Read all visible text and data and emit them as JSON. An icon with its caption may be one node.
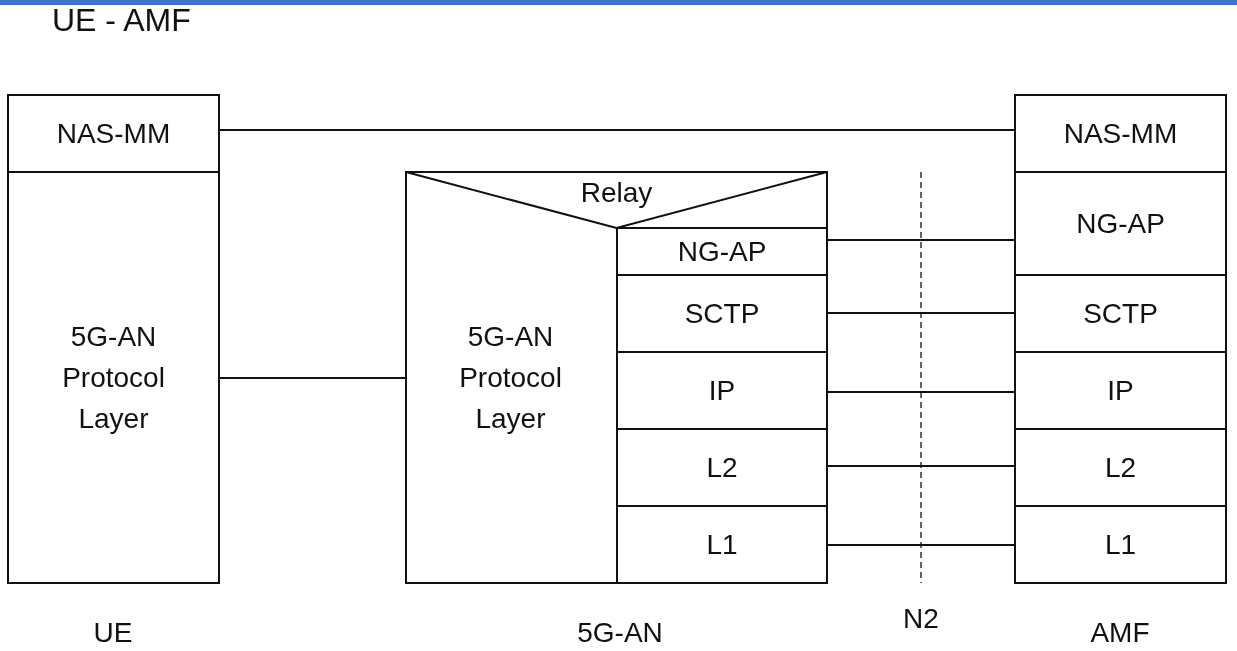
{
  "diagram": {
    "title": "UE - AMF",
    "nodes": [
      {
        "text": [
          "NAS-MM"
        ]
      },
      {
        "text": [
          "5G-AN Protocol Layer"
        ]
      },
      {
        "text": [],
        "shape": "box"
      },
      {
        "text": [
          "Relay"
        ],
        "in": 2
      },
      {
        "text": [
          "5G-AN Protocol Layer"
        ],
        "in": 2
      },
      {
        "text": [
          "NG-AP"
        ],
        "in": 2
      },
      {
        "text": [
          "SCTP"
        ],
        "in": 2
      },
      {
        "text": [
          "IP"
        ],
        "in": 2
      },
      {
        "text": [
          "L2"
        ],
        "in": 2
      },
      {
        "text": [
          "L1"
        ],
        "in": 2
      },
      {
        "text": [
          "NAS-MM"
        ]
      },
      {
        "text": [
          "NG-AP"
        ]
      },
      {
        "text": [
          "SCTP"
        ]
      },
      {
        "text": [
          "IP"
        ]
      },
      {
        "text": [
          "L2"
        ]
      },
      {
        "text": [
          "L1"
        ]
      }
    ],
    "edges": [
      {
        "from": 0,
        "to": 10,
        "arrow": "none"
      },
      {
        "from": 1,
        "to": 4,
        "arrow": "none"
      },
      {
        "from": 5,
        "to": 11,
        "arrow": "none"
      },
      {
        "from": 6,
        "to": 12,
        "arrow": "none"
      },
      {
        "from": 7,
        "to": 13,
        "arrow": "none"
      },
      {
        "from": 8,
        "to": 14,
        "arrow": "none"
      },
      {
        "from": 9,
        "to": 15,
        "arrow": "none"
      }
    ],
    "labels": [
      "UE",
      "5G-AN",
      "N2",
      "AMF"
    ]
  }
}
